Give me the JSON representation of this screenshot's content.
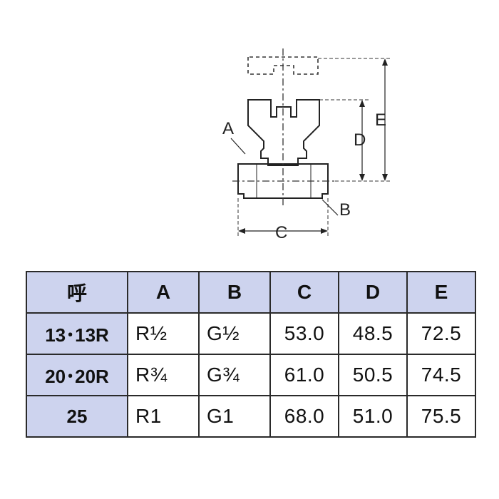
{
  "drawing": {
    "labels": {
      "a": "A",
      "b": "B",
      "c": "C",
      "d": "D",
      "e": "E"
    }
  },
  "table": {
    "headers": [
      "呼",
      "A",
      "B",
      "C",
      "D",
      "E"
    ],
    "rows": [
      {
        "size": "13･13R",
        "a": "R½",
        "b": "G½",
        "c": "53.0",
        "d": "48.5",
        "e": "72.5"
      },
      {
        "size": "20･20R",
        "a": "R¾",
        "b": "G¾",
        "c": "61.0",
        "d": "50.5",
        "e": "74.5"
      },
      {
        "size": "25",
        "a": "R1",
        "b": "G1",
        "c": "68.0",
        "d": "51.0",
        "e": "75.5"
      }
    ]
  },
  "colors": {
    "header_bg": "#cdd3ee",
    "border": "#2a2a2a",
    "line": "#222222"
  }
}
